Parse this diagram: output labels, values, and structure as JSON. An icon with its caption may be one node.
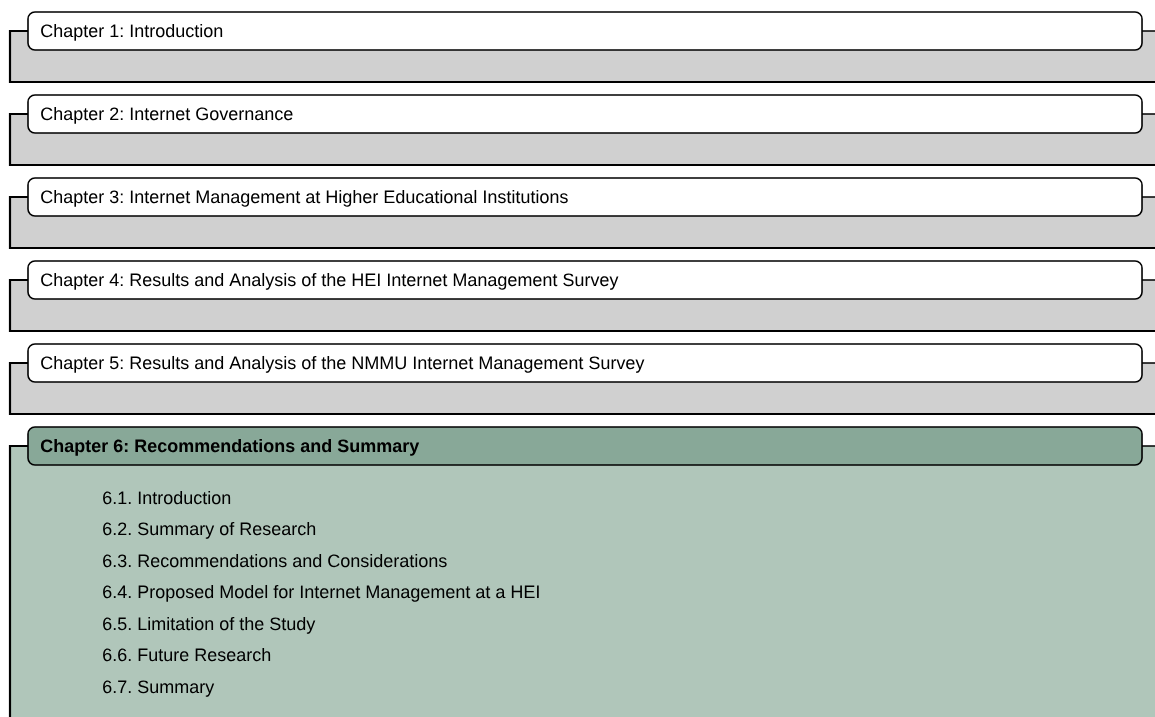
{
  "diagram": {
    "nodes": [
      {
        "text": [
          "Chapter 1: Introduction"
        ]
      },
      {
        "text": [
          "Chapter 2: Internet Governance"
        ]
      },
      {
        "text": [
          "Chapter 3: Internet Management at Higher Educational Institutions"
        ]
      },
      {
        "text": [
          "Chapter 4: Results and Analysis of the HEI Internet Management Survey"
        ]
      },
      {
        "text": [
          "Chapter 5: Results and Analysis of the NMMU Internet Management Survey"
        ]
      },
      {
        "text": [
          "Chapter 6: Recommendations and Summary",
          "6.1. Introduction",
          "6.2. Summary of Research",
          "6.3. Recommendations and Considerations",
          "6.4. Proposed Model for Internet Management at a HEI",
          "6.5. Limitation of the Study",
          "6.6. Future Research",
          "6.7. Summary"
        ]
      }
    ]
  }
}
